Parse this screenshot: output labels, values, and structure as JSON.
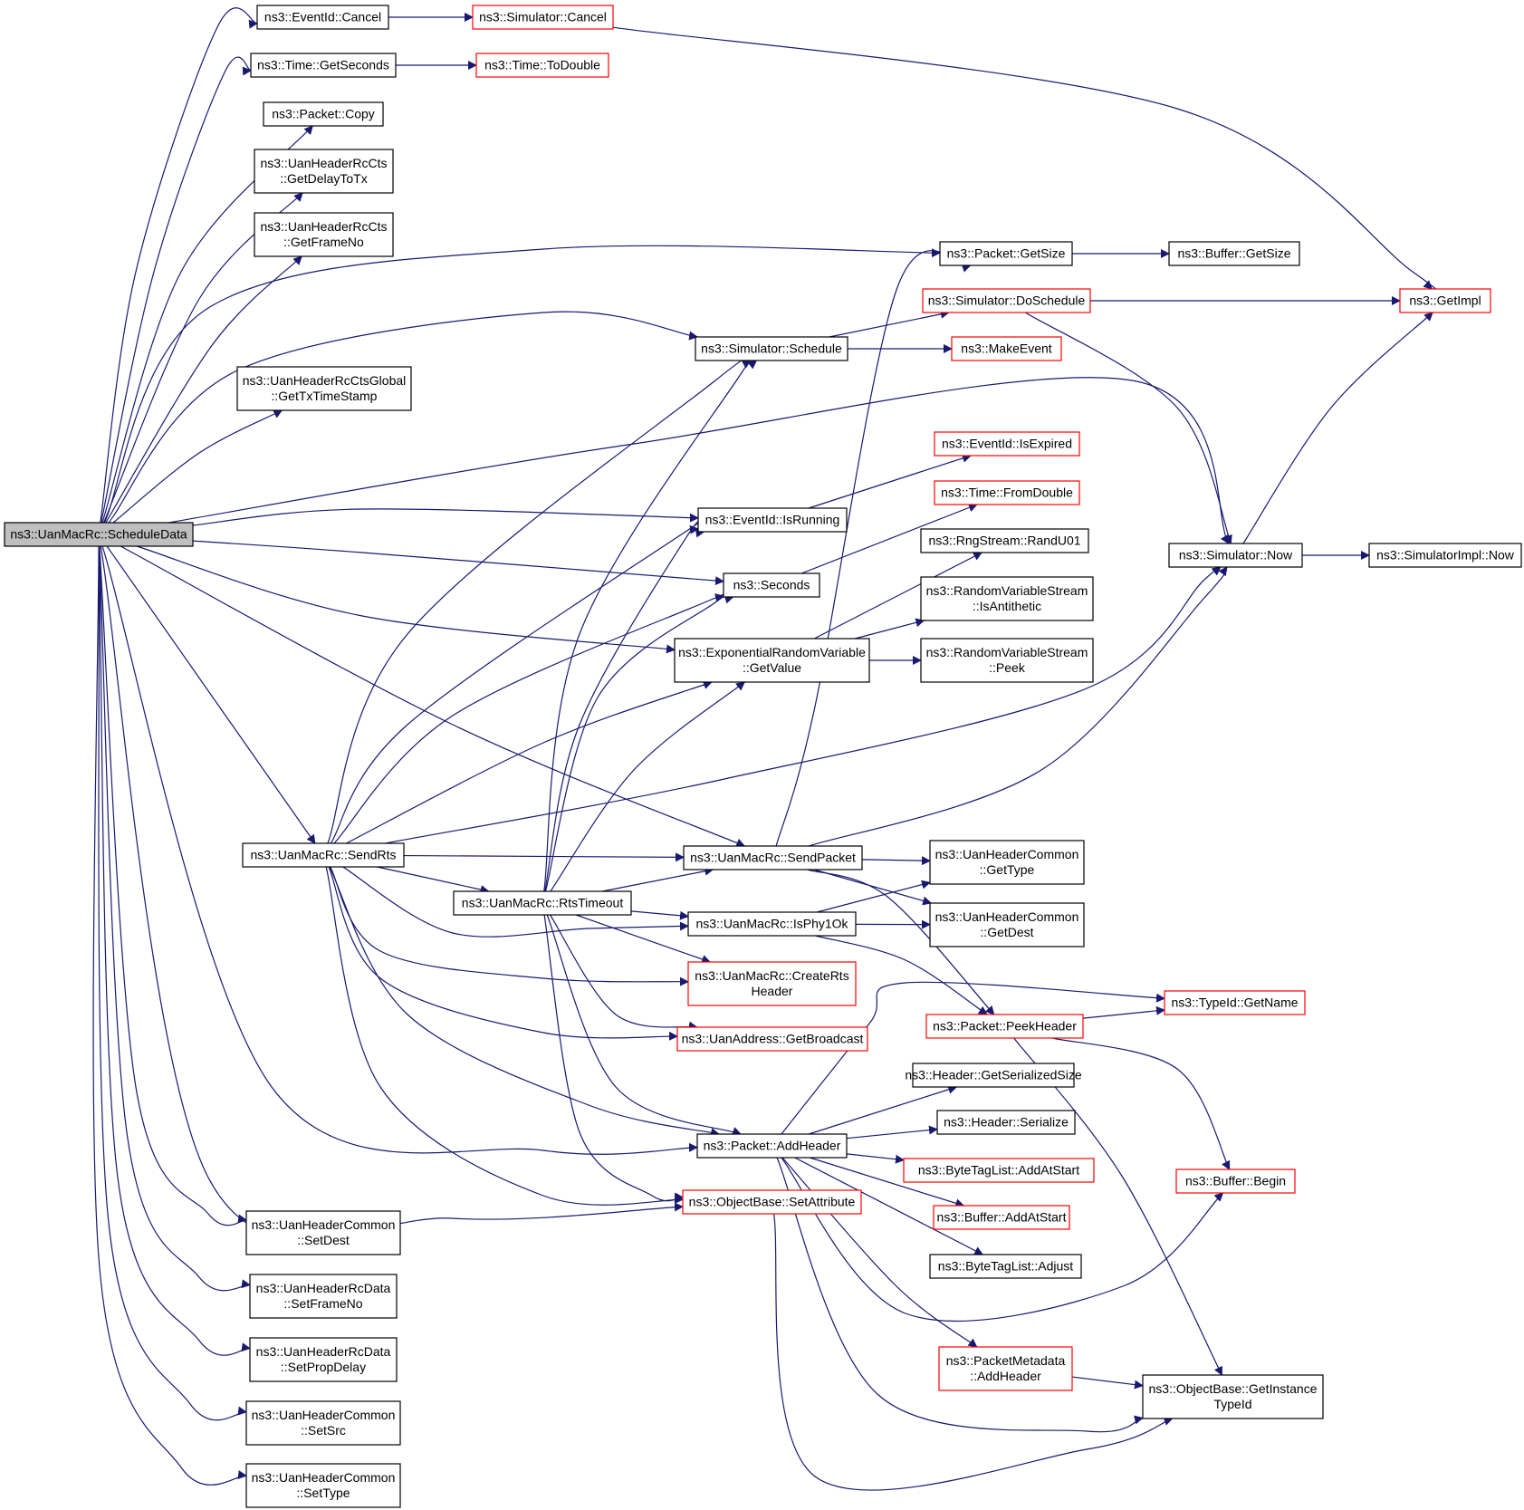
{
  "diagram": {
    "colors": {
      "edge": "#191970",
      "border_normal": "#000000",
      "border_truncated": "#ff0000",
      "root_fill": "#bfbfbf",
      "node_fill": "#ffffff"
    },
    "nodes": [
      {
        "id": "root",
        "lines": [
          "ns3::UanMacRc::ScheduleData"
        ],
        "style": "root"
      },
      {
        "id": "evcancel",
        "lines": [
          "ns3::EventId::Cancel"
        ],
        "style": "normal"
      },
      {
        "id": "simcancel",
        "lines": [
          "ns3::Simulator::Cancel"
        ],
        "style": "truncated"
      },
      {
        "id": "getseconds",
        "lines": [
          "ns3::Time::GetSeconds"
        ],
        "style": "normal"
      },
      {
        "id": "todouble",
        "lines": [
          "ns3::Time::ToDouble"
        ],
        "style": "truncated"
      },
      {
        "id": "pktcopy",
        "lines": [
          "ns3::Packet::Copy"
        ],
        "style": "normal"
      },
      {
        "id": "getdelay",
        "lines": [
          "ns3::UanHeaderRcCts",
          "::GetDelayToTx"
        ],
        "style": "normal"
      },
      {
        "id": "getframeno",
        "lines": [
          "ns3::UanHeaderRcCts",
          "::GetFrameNo"
        ],
        "style": "normal"
      },
      {
        "id": "gettxts",
        "lines": [
          "ns3::UanHeaderRcCtsGlobal",
          "::GetTxTimeStamp"
        ],
        "style": "normal"
      },
      {
        "id": "pktgetsize",
        "lines": [
          "ns3::Packet::GetSize"
        ],
        "style": "normal"
      },
      {
        "id": "bufgetsize",
        "lines": [
          "ns3::Buffer::GetSize"
        ],
        "style": "normal"
      },
      {
        "id": "getimpl",
        "lines": [
          "ns3::GetImpl"
        ],
        "style": "truncated"
      },
      {
        "id": "dosched",
        "lines": [
          "ns3::Simulator::DoSchedule"
        ],
        "style": "truncated"
      },
      {
        "id": "simsched",
        "lines": [
          "ns3::Simulator::Schedule"
        ],
        "style": "normal"
      },
      {
        "id": "makeevent",
        "lines": [
          "ns3::MakeEvent"
        ],
        "style": "truncated"
      },
      {
        "id": "isexpired",
        "lines": [
          "ns3::EventId::IsExpired"
        ],
        "style": "truncated"
      },
      {
        "id": "isrunning",
        "lines": [
          "ns3::EventId::IsRunning"
        ],
        "style": "normal"
      },
      {
        "id": "fromdouble",
        "lines": [
          "ns3::Time::FromDouble"
        ],
        "style": "truncated"
      },
      {
        "id": "randu01",
        "lines": [
          "ns3::RngStream::RandU01"
        ],
        "style": "normal"
      },
      {
        "id": "seconds",
        "lines": [
          "ns3::Seconds"
        ],
        "style": "normal"
      },
      {
        "id": "simnow",
        "lines": [
          "ns3::Simulator::Now"
        ],
        "style": "normal"
      },
      {
        "id": "implnow",
        "lines": [
          "ns3::SimulatorImpl::Now"
        ],
        "style": "normal"
      },
      {
        "id": "isanti",
        "lines": [
          "ns3::RandomVariableStream",
          "::IsAntithetic"
        ],
        "style": "normal"
      },
      {
        "id": "expgetval",
        "lines": [
          "ns3::ExponentialRandomVariable",
          "::GetValue"
        ],
        "style": "normal"
      },
      {
        "id": "rvspeek",
        "lines": [
          "ns3::RandomVariableStream",
          "::Peek"
        ],
        "style": "normal"
      },
      {
        "id": "sendrts",
        "lines": [
          "ns3::UanMacRc::SendRts"
        ],
        "style": "normal"
      },
      {
        "id": "sendpacket",
        "lines": [
          "ns3::UanMacRc::SendPacket"
        ],
        "style": "normal"
      },
      {
        "id": "commongettype",
        "lines": [
          "ns3::UanHeaderCommon",
          "::GetType"
        ],
        "style": "normal"
      },
      {
        "id": "rtstimeout",
        "lines": [
          "ns3::UanMacRc::RtsTimeout"
        ],
        "style": "normal"
      },
      {
        "id": "isphy1ok",
        "lines": [
          "ns3::UanMacRc::IsPhy1Ok"
        ],
        "style": "normal"
      },
      {
        "id": "commongetdest",
        "lines": [
          "ns3::UanHeaderCommon",
          "::GetDest"
        ],
        "style": "normal"
      },
      {
        "id": "creatrts",
        "lines": [
          "ns3::UanMacRc::CreateRts",
          "Header"
        ],
        "style": "truncated"
      },
      {
        "id": "typegetname",
        "lines": [
          "ns3::TypeId::GetName"
        ],
        "style": "truncated"
      },
      {
        "id": "peekheader",
        "lines": [
          "ns3::Packet::PeekHeader"
        ],
        "style": "truncated"
      },
      {
        "id": "getbroadcast",
        "lines": [
          "ns3::UanAddress::GetBroadcast"
        ],
        "style": "truncated"
      },
      {
        "id": "getsersize",
        "lines": [
          "ns3::Header::GetSerializedSize"
        ],
        "style": "normal"
      },
      {
        "id": "hdrserialize",
        "lines": [
          "ns3::Header::Serialize"
        ],
        "style": "normal"
      },
      {
        "id": "addheader",
        "lines": [
          "ns3::Packet::AddHeader"
        ],
        "style": "normal"
      },
      {
        "id": "btladdatstart",
        "lines": [
          "ns3::ByteTagList::AddAtStart"
        ],
        "style": "truncated"
      },
      {
        "id": "bufbegin",
        "lines": [
          "ns3::Buffer::Begin"
        ],
        "style": "truncated"
      },
      {
        "id": "setattr",
        "lines": [
          "ns3::ObjectBase::SetAttribute"
        ],
        "style": "truncated"
      },
      {
        "id": "bufaddatstart",
        "lines": [
          "ns3::Buffer::AddAtStart"
        ],
        "style": "truncated"
      },
      {
        "id": "setdest",
        "lines": [
          "ns3::UanHeaderCommon",
          "::SetDest"
        ],
        "style": "normal"
      },
      {
        "id": "btladjust",
        "lines": [
          "ns3::ByteTagList::Adjust"
        ],
        "style": "normal"
      },
      {
        "id": "setframeno",
        "lines": [
          "ns3::UanHeaderRcData",
          "::SetFrameNo"
        ],
        "style": "normal"
      },
      {
        "id": "setpropdelay",
        "lines": [
          "ns3::UanHeaderRcData",
          "::SetPropDelay"
        ],
        "style": "normal"
      },
      {
        "id": "pmaddheader",
        "lines": [
          "ns3::PacketMetadata",
          "::AddHeader"
        ],
        "style": "truncated"
      },
      {
        "id": "getinsttid",
        "lines": [
          "ns3::ObjectBase::GetInstance",
          "TypeId"
        ],
        "style": "normal"
      },
      {
        "id": "setsrc",
        "lines": [
          "ns3::UanHeaderCommon",
          "::SetSrc"
        ],
        "style": "normal"
      },
      {
        "id": "settype",
        "lines": [
          "ns3::UanHeaderCommon",
          "::SetType"
        ],
        "style": "normal"
      }
    ],
    "edges": [
      [
        "root",
        "evcancel"
      ],
      [
        "root",
        "getseconds"
      ],
      [
        "root",
        "pktcopy"
      ],
      [
        "root",
        "getdelay"
      ],
      [
        "root",
        "getframeno"
      ],
      [
        "root",
        "gettxts"
      ],
      [
        "root",
        "pktgetsize"
      ],
      [
        "root",
        "simsched"
      ],
      [
        "root",
        "simnow"
      ],
      [
        "root",
        "isrunning"
      ],
      [
        "root",
        "seconds"
      ],
      [
        "root",
        "expgetval"
      ],
      [
        "root",
        "sendpacket"
      ],
      [
        "root",
        "sendrts"
      ],
      [
        "root",
        "addheader"
      ],
      [
        "root",
        "setattr"
      ],
      [
        "root",
        "setdest"
      ],
      [
        "root",
        "setframeno"
      ],
      [
        "root",
        "setpropdelay"
      ],
      [
        "root",
        "setsrc"
      ],
      [
        "root",
        "settype"
      ],
      [
        "evcancel",
        "simcancel"
      ],
      [
        "simcancel",
        "getimpl"
      ],
      [
        "getseconds",
        "todouble"
      ],
      [
        "pktgetsize",
        "bufgetsize"
      ],
      [
        "simsched",
        "dosched"
      ],
      [
        "simsched",
        "makeevent"
      ],
      [
        "dosched",
        "getimpl"
      ],
      [
        "dosched",
        "simnow"
      ],
      [
        "simnow",
        "getimpl"
      ],
      [
        "simnow",
        "implnow"
      ],
      [
        "isrunning",
        "isexpired"
      ],
      [
        "seconds",
        "fromdouble"
      ],
      [
        "expgetval",
        "randu01"
      ],
      [
        "expgetval",
        "isanti"
      ],
      [
        "expgetval",
        "rvspeek"
      ],
      [
        "sendrts",
        "simsched"
      ],
      [
        "sendrts",
        "isrunning"
      ],
      [
        "sendrts",
        "seconds"
      ],
      [
        "sendrts",
        "expgetval"
      ],
      [
        "sendrts",
        "simnow"
      ],
      [
        "sendrts",
        "sendpacket"
      ],
      [
        "sendrts",
        "rtstimeout"
      ],
      [
        "sendrts",
        "isphy1ok"
      ],
      [
        "sendrts",
        "creatrts"
      ],
      [
        "sendrts",
        "getbroadcast"
      ],
      [
        "sendrts",
        "addheader"
      ],
      [
        "sendrts",
        "setattr"
      ],
      [
        "sendpacket",
        "pktgetsize"
      ],
      [
        "sendpacket",
        "simnow"
      ],
      [
        "sendpacket",
        "commongettype"
      ],
      [
        "sendpacket",
        "commongetdest"
      ],
      [
        "sendpacket",
        "peekheader"
      ],
      [
        "rtstimeout",
        "simsched"
      ],
      [
        "rtstimeout",
        "isrunning"
      ],
      [
        "rtstimeout",
        "seconds"
      ],
      [
        "rtstimeout",
        "expgetval"
      ],
      [
        "rtstimeout",
        "sendpacket"
      ],
      [
        "rtstimeout",
        "isphy1ok"
      ],
      [
        "rtstimeout",
        "creatrts"
      ],
      [
        "rtstimeout",
        "getbroadcast"
      ],
      [
        "rtstimeout",
        "addheader"
      ],
      [
        "rtstimeout",
        "setattr"
      ],
      [
        "isphy1ok",
        "commongettype"
      ],
      [
        "isphy1ok",
        "commongetdest"
      ],
      [
        "isphy1ok",
        "peekheader"
      ],
      [
        "peekheader",
        "typegetname"
      ],
      [
        "peekheader",
        "bufbegin"
      ],
      [
        "peekheader",
        "getinsttid"
      ],
      [
        "addheader",
        "typegetname"
      ],
      [
        "addheader",
        "getsersize"
      ],
      [
        "addheader",
        "hdrserialize"
      ],
      [
        "addheader",
        "btladdatstart"
      ],
      [
        "addheader",
        "bufaddatstart"
      ],
      [
        "addheader",
        "btladjust"
      ],
      [
        "addheader",
        "bufbegin"
      ],
      [
        "addheader",
        "pmaddheader"
      ],
      [
        "addheader",
        "getinsttid"
      ],
      [
        "pmaddheader",
        "getinsttid"
      ],
      [
        "setattr",
        "getinsttid"
      ]
    ]
  }
}
